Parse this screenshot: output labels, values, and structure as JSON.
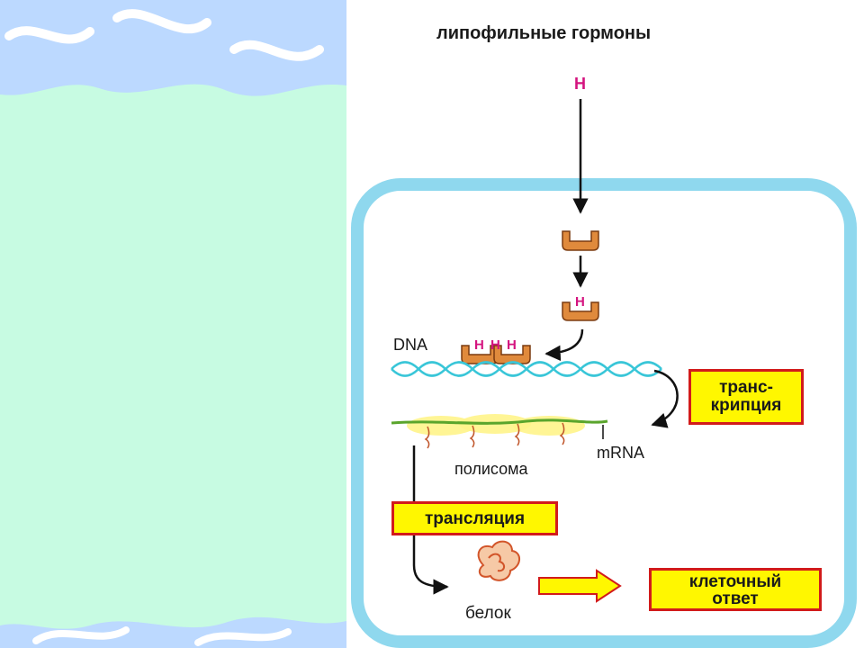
{
  "diagram": {
    "title": "липофильные гормоны",
    "hormone_symbol": "H",
    "dna_label": "DNA",
    "mrna_label": "mRNA",
    "polysome_label": "полисома",
    "protein_label": "белок",
    "transcription_label_line1": "транс-",
    "transcription_label_line2": "крипция",
    "translation_label": "трансляция",
    "response_label_line1": "клеточный",
    "response_label_line2": "ответ"
  },
  "colors": {
    "cell_membrane": "#8fd8ee",
    "receptor": "#e08a3c",
    "hormone": "#d4147f",
    "dna": "#39c6d8",
    "mrna": "#5aa52c",
    "label_box_fill": "#fff700",
    "label_box_border": "#d21b1b"
  }
}
